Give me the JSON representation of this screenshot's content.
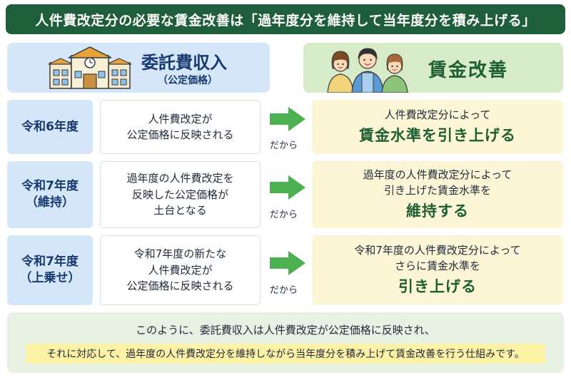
{
  "title": "人件費改定分の必要な賃金改善は「過年度分を維持して当年度分を積み上げる」",
  "header_left": {
    "main": "委託費収入",
    "sub": "（公定価格）"
  },
  "header_right": {
    "main": "賃金改善"
  },
  "rows": [
    {
      "year_line1": "令和6年度",
      "year_line2": "",
      "middle": [
        "人件費改定が",
        "公定価格に反映される"
      ],
      "connector": "だから",
      "result_lines": [
        "人件費改定分によって"
      ],
      "result_emphasis": "賃金水準を引き上げる"
    },
    {
      "year_line1": "令和7年度",
      "year_line2": "（維持）",
      "middle": [
        "過年度の人件費改定を",
        "反映した公定価格が",
        "土台となる"
      ],
      "connector": "だから",
      "result_lines": [
        "過年度の人件費改定分によって",
        "引き上げた賃金水準を"
      ],
      "result_emphasis": "維持する"
    },
    {
      "year_line1": "令和7年度",
      "year_line2": "（上乗せ）",
      "middle": [
        "令和7年度の新たな",
        "人件費改定が",
        "公定価格に反映される"
      ],
      "connector": "だから",
      "result_lines": [
        "令和7年度の人件費改定分によって",
        "さらに賃金水準を"
      ],
      "result_emphasis": "引き上げる"
    }
  ],
  "summary": {
    "line1": "このように、委託費収入は人件費改定が公定価格に反映され、",
    "line2": "それに対応して、過年度の人件費改定分を維持しながら当年度分を積み上げて賃金改善を行う仕組みです。"
  },
  "colors": {
    "title_bg": "#1f5e3a",
    "blue_panel": "#d4e6f7",
    "green_panel": "#d7ebc8",
    "result_panel": "#fdf6d6",
    "emphasis_text": "#1d5e33",
    "arrow": "#4caf50",
    "summary_bg": "#e6f1e4",
    "highlight": "#fdf1a6"
  },
  "icons": {
    "left_header": "school-building-icon",
    "right_header": "staff-group-icon",
    "flow": "right-arrow-icon"
  }
}
